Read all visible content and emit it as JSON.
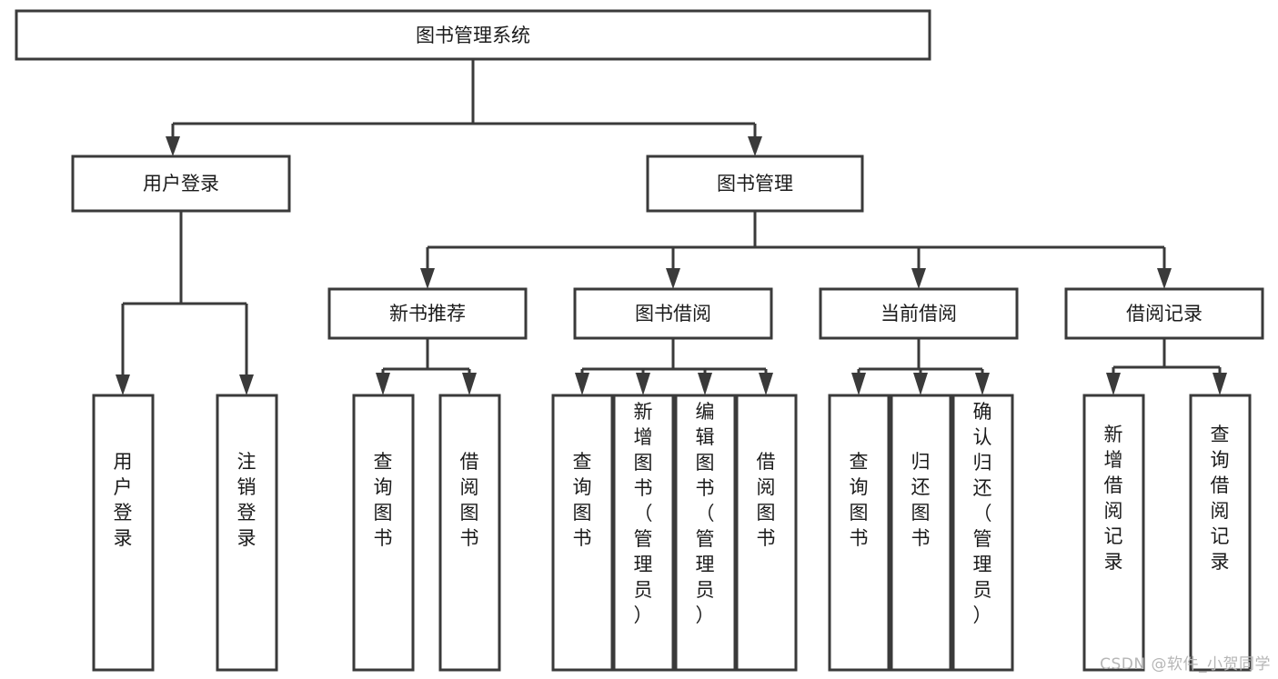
{
  "diagram": {
    "title": "图书管理系统",
    "type": "hierarchy-tree",
    "root": {
      "id": "root",
      "label": "图书管理系统",
      "orientation": "horizontal"
    },
    "level2": [
      {
        "id": "user-login",
        "label": "用户登录",
        "orientation": "horizontal"
      },
      {
        "id": "book-management",
        "label": "图书管理",
        "orientation": "horizontal"
      }
    ],
    "level3": [
      {
        "id": "new-book-recommend",
        "label": "新书推荐",
        "orientation": "horizontal",
        "parent": "book-management"
      },
      {
        "id": "book-borrow",
        "label": "图书借阅",
        "orientation": "horizontal",
        "parent": "book-management"
      },
      {
        "id": "current-borrow",
        "label": "当前借阅",
        "orientation": "horizontal",
        "parent": "book-management"
      },
      {
        "id": "borrow-record",
        "label": "借阅记录",
        "orientation": "horizontal",
        "parent": "book-management"
      }
    ],
    "leaves": [
      {
        "id": "leaf-user-login",
        "label": "用户登录",
        "orientation": "vertical",
        "parent": "user-login"
      },
      {
        "id": "leaf-logout-login",
        "label": "注销登录",
        "orientation": "vertical",
        "parent": "user-login"
      },
      {
        "id": "leaf-query-book-1",
        "label": "查询图书",
        "orientation": "vertical",
        "parent": "new-book-recommend"
      },
      {
        "id": "leaf-borrow-book-1",
        "label": "借阅图书",
        "orientation": "vertical",
        "parent": "new-book-recommend"
      },
      {
        "id": "leaf-query-book-2",
        "label": "查询图书",
        "orientation": "vertical",
        "parent": "book-borrow"
      },
      {
        "id": "leaf-add-book",
        "label": "新增图书（管理员）",
        "orientation": "vertical",
        "parent": "book-borrow"
      },
      {
        "id": "leaf-edit-book",
        "label": "编辑图书（管理员）",
        "orientation": "vertical",
        "parent": "book-borrow"
      },
      {
        "id": "leaf-borrow-book-2",
        "label": "借阅图书",
        "orientation": "vertical",
        "parent": "book-borrow"
      },
      {
        "id": "leaf-query-book-3",
        "label": "查询图书",
        "orientation": "vertical",
        "parent": "current-borrow"
      },
      {
        "id": "leaf-return-book",
        "label": "归还图书",
        "orientation": "vertical",
        "parent": "current-borrow"
      },
      {
        "id": "leaf-confirm-return",
        "label": "确认归还（管理员）",
        "orientation": "vertical",
        "parent": "current-borrow"
      },
      {
        "id": "leaf-add-record",
        "label": "新增借阅记录",
        "orientation": "vertical",
        "parent": "borrow-record"
      },
      {
        "id": "leaf-query-record",
        "label": "查询借阅记录",
        "orientation": "vertical",
        "parent": "borrow-record"
      }
    ],
    "colors": {
      "box_stroke": "#3a3a3a",
      "box_fill": "#ffffff",
      "connector": "#3a3a3a",
      "text": "#1b1b1b",
      "background": "#ffffff",
      "watermark": "#b6b6b6"
    }
  },
  "watermark": {
    "text": "CSDN @软件_小贺同学"
  }
}
